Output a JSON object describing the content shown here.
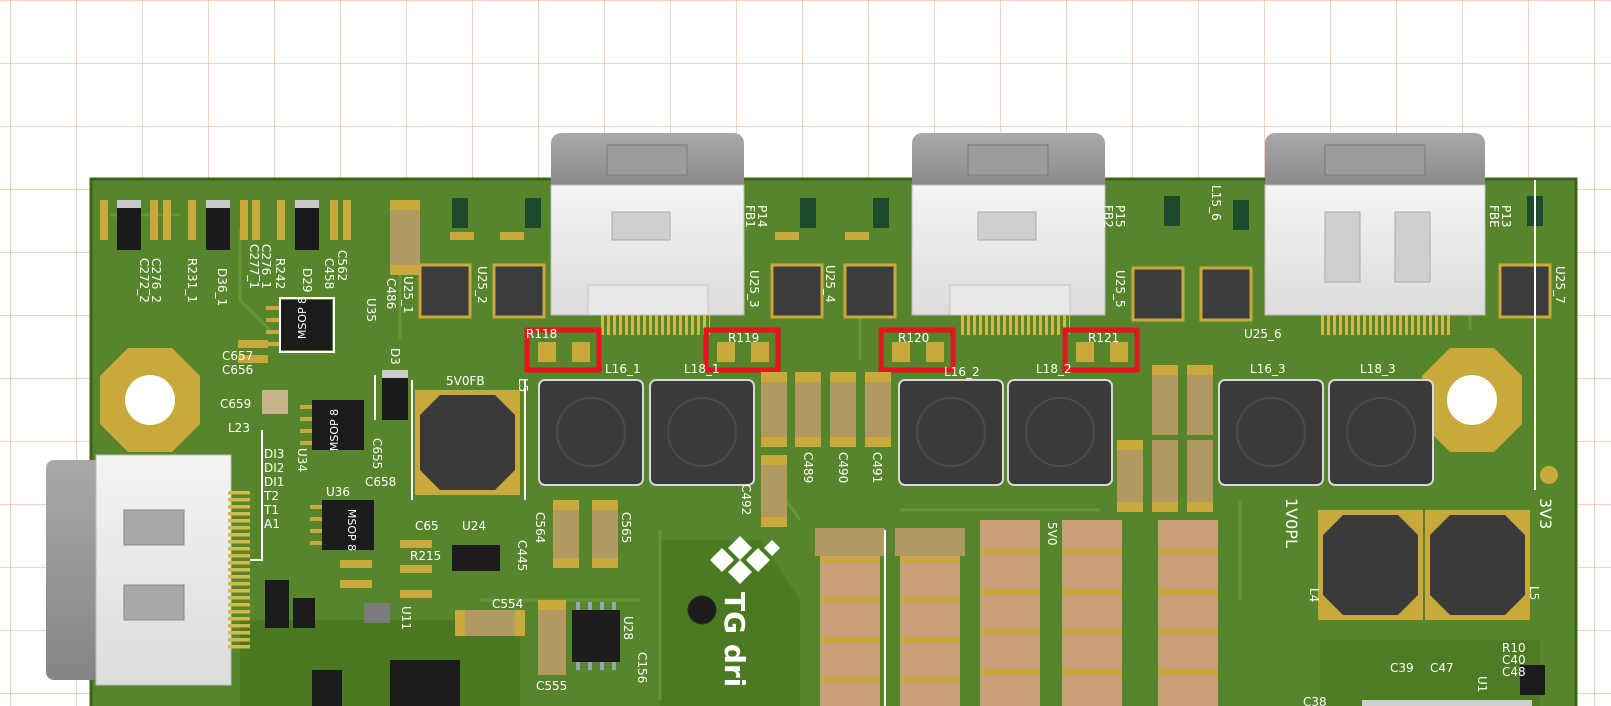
{
  "board": {
    "colors": {
      "pcb": "#56852c",
      "pcb_dark": "#3f6a1c",
      "pad": "#c9a93c",
      "highlight": "#e8141c",
      "connector": "#9a9a9a",
      "inductor": "#3a3a3a"
    },
    "brand_text": "TG dri",
    "rails": {
      "left": "1V0PL",
      "right": "3V3",
      "mid": "5V0",
      "fb": "5V0FB"
    },
    "highlighted_resistors": [
      "R118",
      "R119",
      "R120",
      "R121"
    ],
    "connectors": [
      "P14",
      "P15",
      "P13"
    ],
    "labels": {
      "fb1": "FB1",
      "fb2": "FB2",
      "fbe": "FBE",
      "p14": "P14",
      "p15": "P15",
      "p13": "P13",
      "l15_6": "L15_6",
      "c2722": "C272_2",
      "c2762": "C276_2",
      "r2311": "R231_1",
      "d361": "D36_1",
      "c2771": "C277_1",
      "c2761": "C276_1",
      "r242": "R242",
      "d29": "D29",
      "c458": "C458",
      "c562": "C562",
      "c486": "C486",
      "u35": "U35",
      "u251": "U25_1",
      "u252": "U25_2",
      "u253": "U25_3",
      "u254": "U25_4",
      "u255": "U25_5",
      "u256": "U25_6",
      "u257": "U25_7",
      "c657": "C657",
      "c656": "C656",
      "d3": "D3",
      "c659": "C659",
      "l23": "L23",
      "l5": "L5",
      "l161": "L16_1",
      "l181": "L18_1",
      "l162": "L16_2",
      "l182": "L18_2",
      "l163": "L16_3",
      "l183": "L18_3",
      "c489": "C489",
      "c490": "C490",
      "c491": "C491",
      "c492": "C492",
      "c655": "C655",
      "c658": "C658",
      "u34": "U34",
      "u36": "U36",
      "di3": "DI3",
      "di2": "DI2",
      "di1": "DI1",
      "t2": "T2",
      "t1": "T1",
      "a1": "A1",
      "c65": "C65",
      "u24": "U24",
      "r215": "R215",
      "c445": "C445",
      "c564": "C564",
      "c565": "C565",
      "c554": "C554",
      "c555": "C555",
      "u28": "U28",
      "c156": "C156",
      "u11": "U11",
      "l4": "L4",
      "l5b": "L5",
      "r10": "R10",
      "c40": "C40",
      "c48": "C48",
      "c39": "C39",
      "c47": "C47",
      "u1": "U1",
      "c38": "C38"
    },
    "chips": {
      "msop_a": "MSOP 8",
      "msop_b": "MSOP 8",
      "msop_c": "MSOP 8"
    }
  }
}
